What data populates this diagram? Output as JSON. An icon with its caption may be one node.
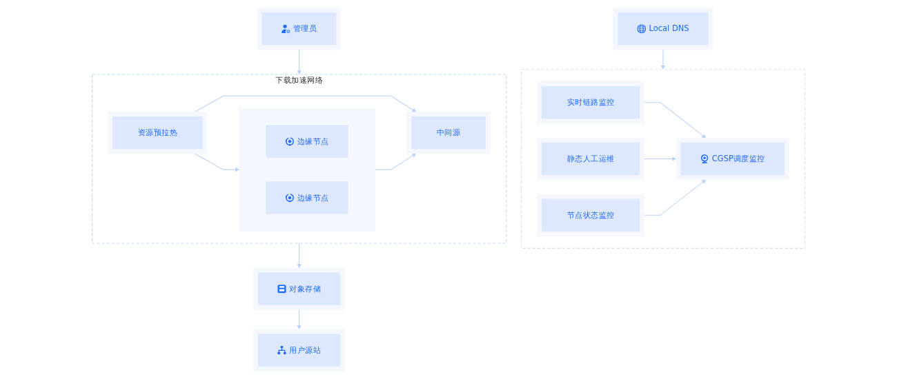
{
  "diagram": {
    "nodes": [
      {
        "text": [
          "管理员"
        ]
      },
      {
        "text": [
          "Local DNS"
        ]
      },
      {
        "text": [
          "下载加速网络"
        ]
      },
      {
        "text": [
          "中间源"
        ],
        "in": 2
      },
      {
        "text": [],
        "shape": "box",
        "in": 2
      },
      {
        "text": [
          "边缘节点"
        ],
        "in": 4
      },
      {
        "text": [
          "边缘节点"
        ],
        "in": 4
      },
      {
        "text": [
          "资源预拉热"
        ],
        "in": 2
      },
      {
        "text": [],
        "shape": "box"
      },
      {
        "text": [
          "实时链路监控"
        ],
        "in": 8
      },
      {
        "text": [
          "静态人工运维"
        ],
        "in": 8
      },
      {
        "text": [
          "节点状态监控"
        ],
        "in": 8
      },
      {
        "text": [
          "CGSP调度监控"
        ],
        "in": 8
      },
      {
        "text": [
          "对象存储"
        ]
      },
      {
        "text": [
          "用户源站"
        ]
      }
    ],
    "edges": [
      {
        "from": 0,
        "to": 2,
        "arrow": "to"
      },
      {
        "from": 1,
        "to": 8,
        "arrow": "to"
      },
      {
        "from": 4,
        "to": 3,
        "arrow": "to"
      },
      {
        "from": 7,
        "to": 3,
        "arrow": "to"
      },
      {
        "from": 7,
        "to": 4,
        "arrow": "to"
      },
      {
        "from": 9,
        "to": 12,
        "arrow": "to"
      },
      {
        "from": 10,
        "to": 12,
        "arrow": "to"
      },
      {
        "from": 11,
        "to": 12,
        "arrow": "to"
      },
      {
        "from": 2,
        "to": 13,
        "arrow": "to"
      },
      {
        "from": 13,
        "to": 14,
        "arrow": "to"
      }
    ]
  }
}
